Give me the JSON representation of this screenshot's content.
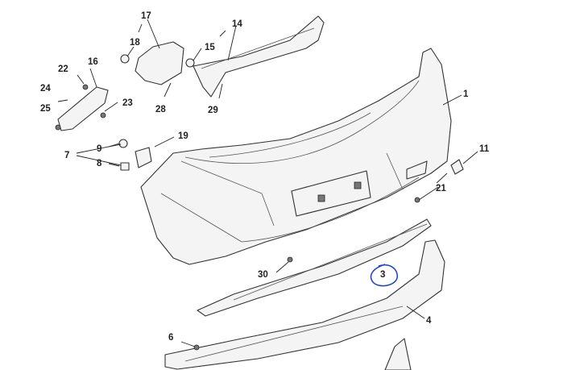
{
  "title": "Rear bumper exploded parts diagram",
  "annotation_color": "#1a3fd1",
  "callouts": {
    "c1": "1",
    "c3": "3",
    "c4": "4",
    "c6": "6",
    "c7": "7",
    "c8": "8",
    "c9": "9",
    "c11": "11",
    "c14": "14",
    "c15": "15",
    "c16": "16",
    "c17": "17",
    "c18": "18",
    "c19": "19",
    "c21": "21",
    "c22": "22",
    "c23": "23",
    "c24": "24",
    "c25": "25",
    "c28": "28",
    "c29": "29",
    "c30": "30"
  }
}
